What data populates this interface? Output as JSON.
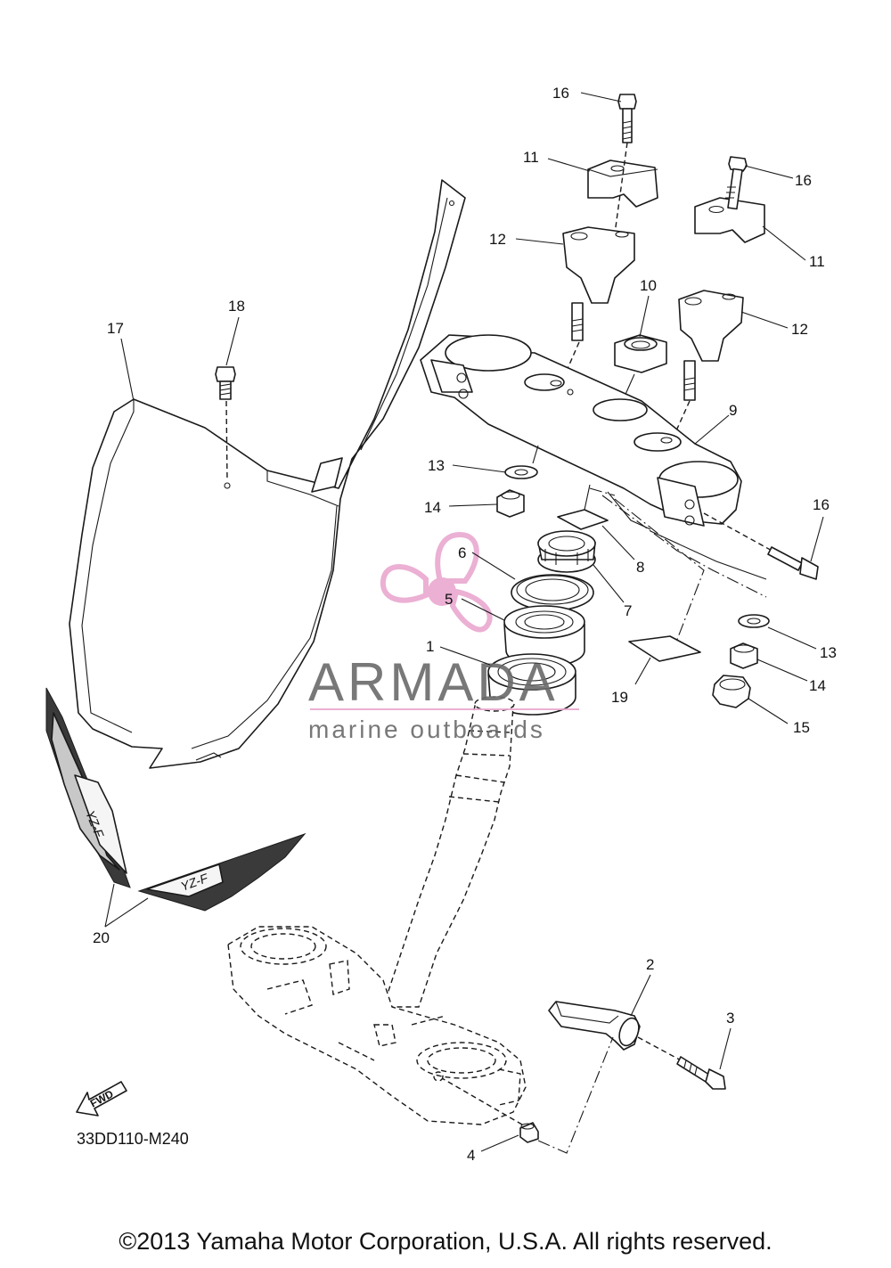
{
  "diagram": {
    "part_labels": [
      "16",
      "11",
      "12",
      "16",
      "11",
      "10",
      "12",
      "9",
      "13",
      "14",
      "6",
      "5",
      "1",
      "8",
      "7",
      "16",
      "13",
      "14",
      "19",
      "15",
      "17",
      "18",
      "20",
      "2",
      "3",
      "4"
    ],
    "drawing_code": "33DD110-M240",
    "fwd_label": "FWD",
    "decal_text": "YZ-F"
  },
  "watermark": {
    "brand": "ARMADA",
    "tagline": "marine outboards",
    "colors": {
      "accent": "#e9a8cf",
      "text": "#6a6a6a"
    }
  },
  "footer": {
    "copyright": "©2013 Yamaha Motor Corporation, U.S.A. All rights reserved."
  }
}
